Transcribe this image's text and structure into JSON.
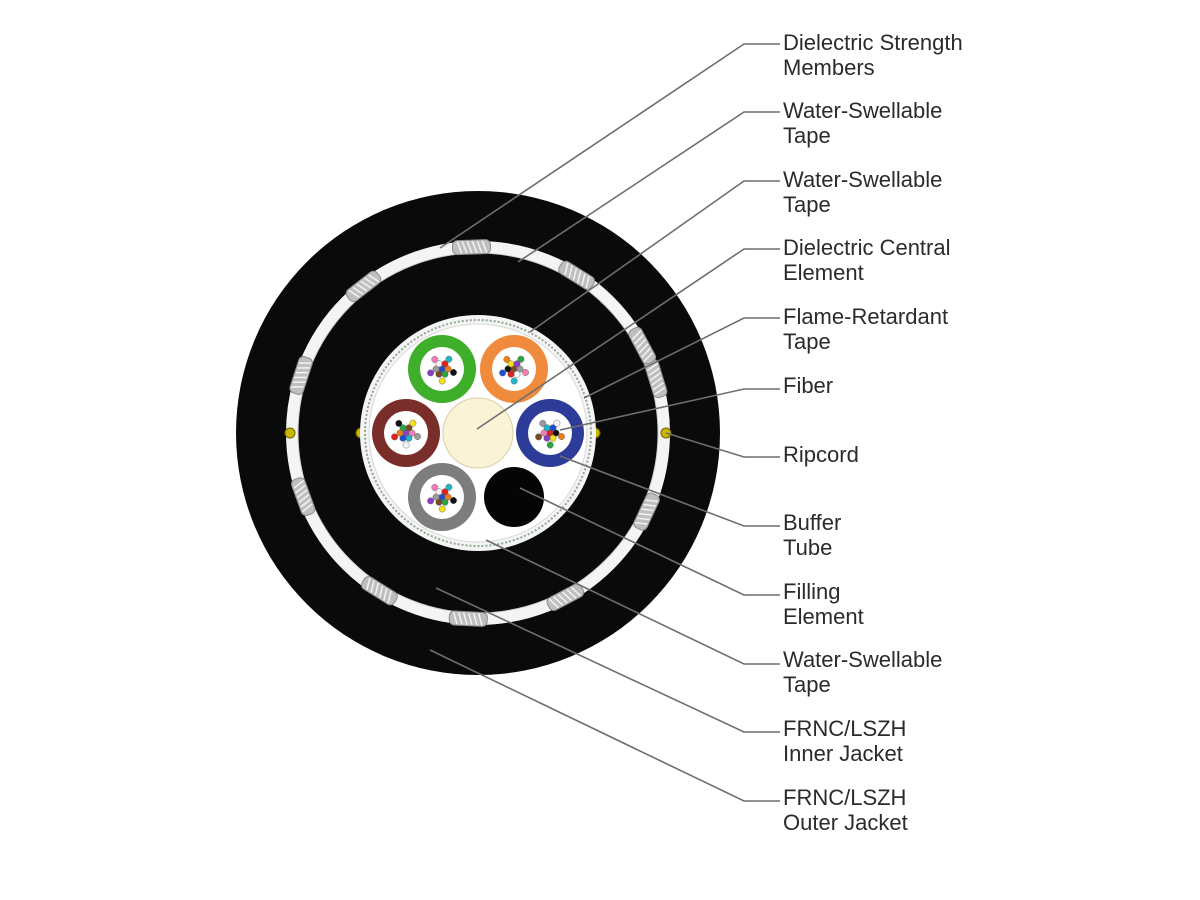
{
  "colors": {
    "outer_jacket": "#0a0a0a",
    "inner_jacket": "#0a0a0a",
    "tape": "#f4f4f4",
    "leader_line": "#6e6e6e",
    "strength_member": "#bfbfbf",
    "ripcord": "#c8b800",
    "central_element": "#fbf3d5",
    "filling_element": "#050505"
  },
  "buffer_tube_colors": [
    "#3fae2a",
    "#f08a3c",
    "#2e3c99",
    "#7a2e2a",
    "#7d7d7d"
  ],
  "fiber_colors": [
    "#1f4fd1",
    "#f07f1a",
    "#2aa640",
    "#7a4a24",
    "#9a9a9a",
    "#f5f5f5",
    "#e0231c",
    "#101010",
    "#f2e21c",
    "#8b3fc2",
    "#f27fb4",
    "#23b4c9"
  ],
  "labels": [
    {
      "id": "dielectric-strength-members",
      "lines": [
        "Dielectric Strength",
        "Members"
      ]
    },
    {
      "id": "water-swellable-tape-1",
      "lines": [
        "Water-Swellable",
        "Tape"
      ]
    },
    {
      "id": "water-swellable-tape-2",
      "lines": [
        "Water-Swellable",
        "Tape"
      ]
    },
    {
      "id": "dielectric-central-element",
      "lines": [
        "Dielectric Central",
        "Element"
      ]
    },
    {
      "id": "flame-retardant-tape",
      "lines": [
        "Flame-Retardant",
        "Tape"
      ]
    },
    {
      "id": "fiber",
      "lines": [
        "Fiber"
      ]
    },
    {
      "id": "ripcord",
      "lines": [
        "Ripcord"
      ]
    },
    {
      "id": "buffer-tube",
      "lines": [
        "Buffer",
        "Tube"
      ]
    },
    {
      "id": "filling-element",
      "lines": [
        "Filling",
        "Element"
      ]
    },
    {
      "id": "water-swellable-tape-3",
      "lines": [
        "Water-Swellable",
        "Tape"
      ]
    },
    {
      "id": "frnc-lszh-inner-jacket",
      "lines": [
        "FRNC/LSZH",
        "Inner Jacket"
      ]
    },
    {
      "id": "frnc-lszh-outer-jacket",
      "lines": [
        "FRNC/LSZH",
        "Outer Jacket"
      ]
    }
  ]
}
